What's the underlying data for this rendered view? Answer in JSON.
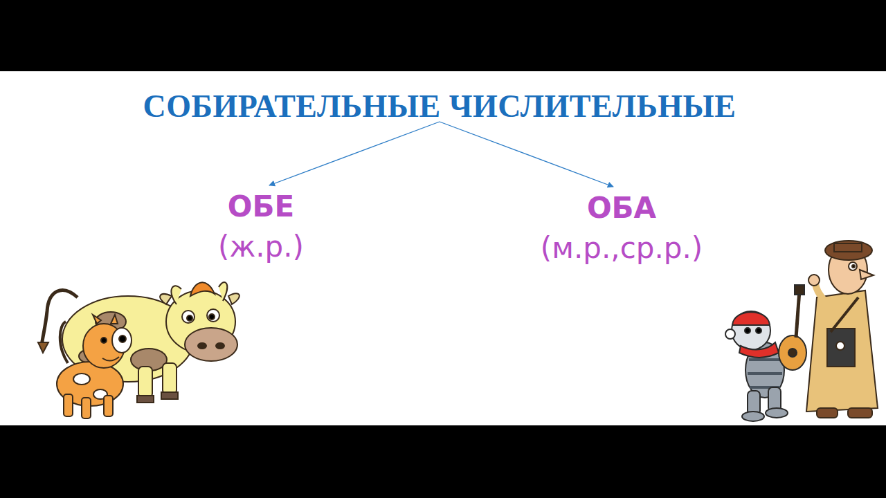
{
  "diagram": {
    "nodes": [
      {
        "text": [
          "СОБИРАТЕЛЬНЫЕ ЧИСЛИТЕЛЬНЫЕ"
        ]
      },
      {
        "text": [
          "ОБЕ",
          "(ж.р.)"
        ]
      },
      {
        "text": [
          "ОБА",
          "(м.р.,ср.р.)"
        ]
      }
    ],
    "edges": [
      {
        "from": 0,
        "to": 1,
        "arrow": "to"
      },
      {
        "from": 0,
        "to": 2,
        "arrow": "to"
      }
    ]
  }
}
